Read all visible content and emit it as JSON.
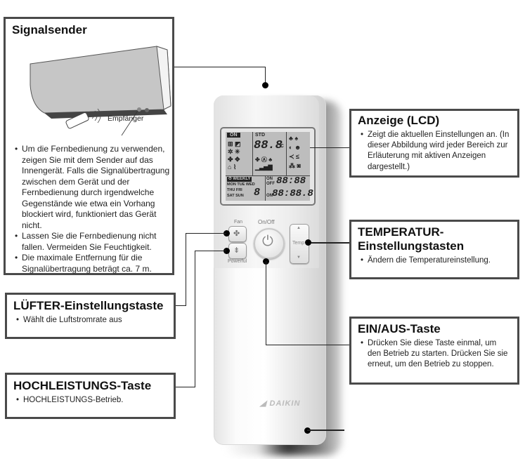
{
  "callouts": {
    "signal": {
      "title": "Signalsender",
      "receiver_label": "Empfänger",
      "bullets": [
        "Um die Fernbedienung zu verwenden, zeigen Sie mit dem Sender auf das Innengerät. Falls die Signalübertragung zwischen dem Gerät und der Fernbedienung durch irgendwelche Gegenstände wie etwa ein Vorhang blockiert wird, funktioniert das Gerät nicht.",
        "Lassen Sie die Fernbedienung nicht fallen. Vermeiden Sie Feuchtigkeit.",
        "Die maximale Entfernung für die Signalübertragung beträgt ca. 7 m."
      ]
    },
    "fan": {
      "title": "LÜFTER-Einstellungstaste",
      "bullets": [
        "Wählt die Luftstromrate aus"
      ]
    },
    "powerful": {
      "title": "HOCHLEISTUNGS-Taste",
      "bullets": [
        "HOCHLEISTUNGS-Betrieb."
      ]
    },
    "lcd": {
      "title": "Anzeige (LCD)",
      "bullets": [
        "Zeigt die aktuellen Einstellungen an. (In dieser Abbildung wird jeder Bereich zur Erläuterung mit aktiven Anzeigen dargestellt.)"
      ]
    },
    "temp": {
      "title": "TEMPERATUR-Einstellungstasten",
      "bullets": [
        "Ändern die Temperatureinstellung."
      ]
    },
    "onoff": {
      "title": "EIN/AUS-Taste",
      "bullets": [
        "Drücken Sie diese Taste einmal, um den Betrieb zu starten. Drücken Sie sie erneut, um den Betrieb zu stoppen."
      ]
    }
  },
  "remote": {
    "brand": "DAIKIN",
    "buttons": {
      "fan": "Fan",
      "powerful": "Powerful",
      "onoff": "On/Off",
      "temp": "Temp"
    },
    "lcd": {
      "on": "ON",
      "std": "STD",
      "temp_digits": "88.8",
      "temp_unit": "°C",
      "weekly": "WEEKLY",
      "days_row1": "MON TUE WED",
      "days_row2": "THU FRI",
      "days_row3": "SAT SUN",
      "day_digit": "8",
      "timer_on": "ON",
      "timer_off": "OFF",
      "timer1": "88:88",
      "timer2": "88:88.8",
      "timer2_on": "ON",
      "unit_f": "°F",
      "unit_c": "°C"
    }
  }
}
